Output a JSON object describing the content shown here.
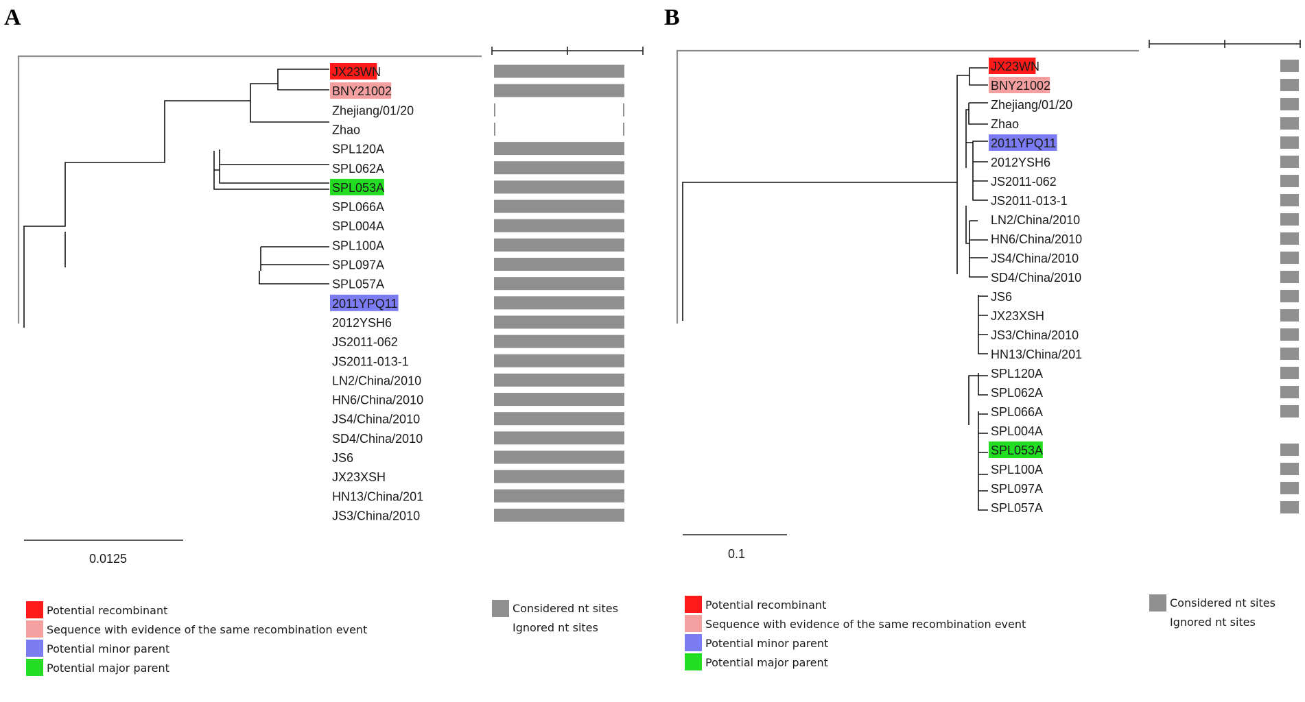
{
  "panels": [
    {
      "letter": "A",
      "leaves": [
        {
          "label": "JX23WN",
          "status": "recombinant"
        },
        {
          "label": "BNY21002",
          "status": "same_event"
        },
        {
          "label": "Zhejiang/01/20",
          "status": "none",
          "sites": "partial"
        },
        {
          "label": "Zhao",
          "status": "none",
          "sites": "partial"
        },
        {
          "label": "SPL120A",
          "status": "none"
        },
        {
          "label": "SPL062A",
          "status": "none"
        },
        {
          "label": "SPL053A",
          "status": "major"
        },
        {
          "label": "SPL066A",
          "status": "none"
        },
        {
          "label": "SPL004A",
          "status": "none"
        },
        {
          "label": "SPL100A",
          "status": "none"
        },
        {
          "label": "SPL097A",
          "status": "none"
        },
        {
          "label": "SPL057A",
          "status": "none"
        },
        {
          "label": "2011YPQ11",
          "status": "minor"
        },
        {
          "label": "2012YSH6",
          "status": "none"
        },
        {
          "label": "JS2011-062",
          "status": "none"
        },
        {
          "label": "JS2011-013-1",
          "status": "none"
        },
        {
          "label": "LN2/China/2010",
          "status": "none"
        },
        {
          "label": "HN6/China/2010",
          "status": "none"
        },
        {
          "label": "JS4/China/2010",
          "status": "none"
        },
        {
          "label": "SD4/China/2010",
          "status": "none"
        },
        {
          "label": "JS6",
          "status": "none"
        },
        {
          "label": "JX23XSH",
          "status": "none"
        },
        {
          "label": "HN13/China/201",
          "status": "none"
        },
        {
          "label": "JS3/China/2010",
          "status": "none"
        }
      ],
      "scale_bar": "0.0125"
    },
    {
      "letter": "B",
      "leaves": [
        {
          "label": "JX23WN",
          "status": "recombinant"
        },
        {
          "label": "BNY21002",
          "status": "same_event"
        },
        {
          "label": "Zhejiang/01/20",
          "status": "none"
        },
        {
          "label": "Zhao",
          "status": "none"
        },
        {
          "label": "2011YPQ11",
          "status": "minor"
        },
        {
          "label": "2012YSH6",
          "status": "none"
        },
        {
          "label": "JS2011-062",
          "status": "none"
        },
        {
          "label": "JS2011-013-1",
          "status": "none"
        },
        {
          "label": "LN2/China/2010",
          "status": "none"
        },
        {
          "label": "HN6/China/2010",
          "status": "none"
        },
        {
          "label": "JS4/China/2010",
          "status": "none"
        },
        {
          "label": "SD4/China/2010",
          "status": "none"
        },
        {
          "label": "JS6",
          "status": "none"
        },
        {
          "label": "JX23XSH",
          "status": "none"
        },
        {
          "label": "JS3/China/2010",
          "status": "none"
        },
        {
          "label": "HN13/China/201",
          "status": "none"
        },
        {
          "label": "SPL120A",
          "status": "none"
        },
        {
          "label": "SPL062A",
          "status": "none"
        },
        {
          "label": "SPL066A",
          "status": "none"
        },
        {
          "label": "SPL004A",
          "status": "none",
          "sites": "none"
        },
        {
          "label": "SPL053A",
          "status": "major"
        },
        {
          "label": "SPL100A",
          "status": "none"
        },
        {
          "label": "SPL097A",
          "status": "none"
        },
        {
          "label": "SPL057A",
          "status": "none"
        }
      ],
      "scale_bar": "0.1"
    }
  ],
  "legend": {
    "recombinant": "Potential recombinant",
    "same_event": "Sequence with evidence of the same recombination event",
    "minor": "Potential minor parent",
    "major": "Potential major parent",
    "considered": "Considered nt sites",
    "ignored": "Ignored nt sites"
  },
  "colors": {
    "recombinant": "#ff1a1a",
    "same_event": "#f5a0a0",
    "minor": "#7b7bf2",
    "major": "#22dd22",
    "sites": "#8f8f8f",
    "frame": "#8c8c8c"
  }
}
